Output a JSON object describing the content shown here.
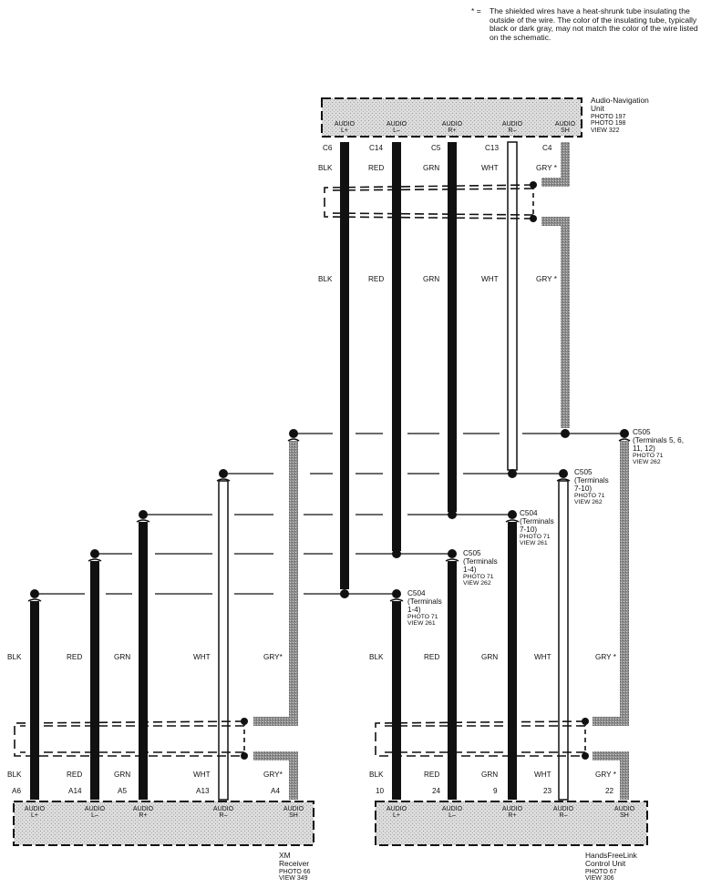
{
  "note": {
    "symbol": "* =",
    "text": "The shielded wires have a heat-shrunk tube insulating the outside of the wire. The color of the insulating tube, typically black or dark gray, may not match the color of the wire listed on the schematic."
  },
  "units": {
    "audio_nav": {
      "name_line1": "Audio-Navigation",
      "name_line2": "Unit",
      "ref1": "PHOTO 197",
      "ref2": "PHOTO 198",
      "ref3": "VIEW 322",
      "pins": [
        {
          "line1": "AUDIO",
          "line2": "L+",
          "terminal": "C6",
          "wire": "BLK"
        },
        {
          "line1": "AUDIO",
          "line2": "L–",
          "terminal": "C14",
          "wire": "RED"
        },
        {
          "line1": "AUDIO",
          "line2": "R+",
          "terminal": "C5",
          "wire": "GRN"
        },
        {
          "line1": "AUDIO",
          "line2": "R–",
          "terminal": "C13",
          "wire": "WHT"
        },
        {
          "line1": "AUDIO",
          "line2": "SH",
          "terminal": "C4",
          "wire": "GRY *"
        }
      ],
      "wire_labels_lower": [
        "BLK",
        "RED",
        "GRN",
        "WHT",
        "GRY *"
      ]
    },
    "xm_receiver": {
      "name_line1": "XM",
      "name_line2": "Receiver",
      "ref1": "PHOTO 66",
      "ref2": "VIEW 349",
      "pins": [
        {
          "line1": "AUDIO",
          "line2": "L+",
          "terminal": "A6",
          "wire": "BLK"
        },
        {
          "line1": "AUDIO",
          "line2": "L–",
          "terminal": "A14",
          "wire": "RED"
        },
        {
          "line1": "AUDIO",
          "line2": "R+",
          "terminal": "A5",
          "wire": "GRN"
        },
        {
          "line1": "AUDIO",
          "line2": "R–",
          "terminal": "A13",
          "wire": "WHT"
        },
        {
          "line1": "AUDIO",
          "line2": "SH",
          "terminal": "A4",
          "wire": "GRY*"
        }
      ],
      "wire_labels_upper": [
        "BLK",
        "RED",
        "GRN",
        "WHT",
        "GRY*"
      ]
    },
    "hfl": {
      "name_line1": "HandsFreeLink",
      "name_line2": "Control Unit",
      "ref1": "PHOTO 67",
      "ref2": "VIEW 306",
      "pins": [
        {
          "line1": "AUDIO",
          "line2": "L+",
          "terminal": "10",
          "wire": "BLK"
        },
        {
          "line1": "AUDIO",
          "line2": "L–",
          "terminal": "24",
          "wire": "RED"
        },
        {
          "line1": "AUDIO",
          "line2": "R+",
          "terminal": "9",
          "wire": "GRN"
        },
        {
          "line1": "AUDIO",
          "line2": "R–",
          "terminal": "23",
          "wire": "WHT"
        },
        {
          "line1": "AUDIO",
          "line2": "SH",
          "terminal": "22",
          "wire": "GRY *"
        }
      ],
      "wire_labels_upper": [
        "BLK",
        "RED",
        "GRN",
        "WHT",
        "GRY *"
      ]
    }
  },
  "connectors": [
    {
      "id": "C505",
      "terminals": "(Terminals 5, 6,",
      "terminals2": "11, 12)",
      "photo": "PHOTO 71",
      "view": "VIEW 262"
    },
    {
      "id": "C505",
      "terminals": "(Terminals",
      "terminals2": "7-10)",
      "photo": "PHOTO 71",
      "view": "VIEW 262"
    },
    {
      "id": "C504",
      "terminals": "(Terminals",
      "terminals2": "7-10)",
      "photo": "PHOTO 71",
      "view": "VIEW 261"
    },
    {
      "id": "C505",
      "terminals": "(Terminals",
      "terminals2": "1-4)",
      "photo": "PHOTO 71",
      "view": "VIEW 262"
    },
    {
      "id": "C504",
      "terminals": "(Terminals",
      "terminals2": "1-4)",
      "photo": "PHOTO 71",
      "view": "VIEW 261"
    }
  ],
  "colors": {
    "wire_black": "#111111",
    "wire_gray": "#8c8c8c",
    "unit_fill": "#d9d9d9",
    "line": "#111111"
  }
}
